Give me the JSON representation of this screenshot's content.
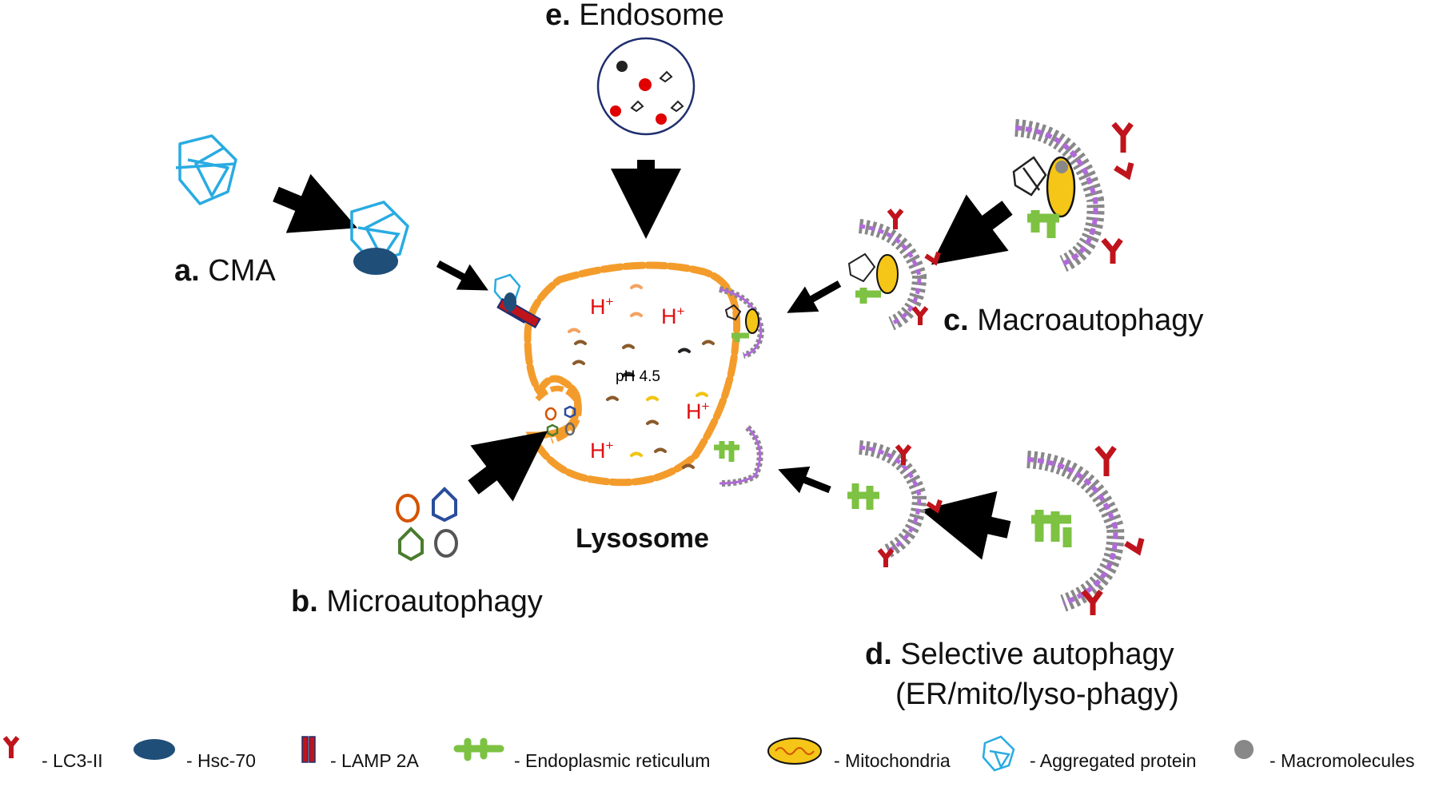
{
  "labels": {
    "endosome": {
      "letter": "e.",
      "text": "Endosome"
    },
    "cma": {
      "letter": "a.",
      "text": "CMA"
    },
    "macro": {
      "letter": "c.",
      "text": "Macroautophagy"
    },
    "micro": {
      "letter": "b.",
      "text": "Microautophagy"
    },
    "selective": {
      "letter": "d.",
      "text": "Selective autophagy",
      "sub": "(ER/mito/lyso-phagy)"
    },
    "lysosome": "Lysosome",
    "ph": "pH 4.5",
    "hplus": "H",
    "hplus_sup": "+"
  },
  "legend": [
    {
      "icon": "lc3-ii-icon",
      "text": "- LC3-II"
    },
    {
      "icon": "hsc70-icon",
      "text": "- Hsc-70"
    },
    {
      "icon": "lamp2a-icon",
      "text": "- LAMP 2A"
    },
    {
      "icon": "er-icon",
      "text": "- Endoplasmic reticulum"
    },
    {
      "icon": "mitochondria-icon",
      "text": "- Mitochondria"
    },
    {
      "icon": "aggregated-protein-icon",
      "text": "- Aggregated protein"
    },
    {
      "icon": "macromolecule-icon",
      "text": "- Macromolecules"
    }
  ],
  "colors": {
    "lc3": "#c0141c",
    "hsc70": "#1f4e79",
    "lamp": "#c0141c",
    "er": "#7dc242",
    "mito": "#f5c518",
    "protein": "#29abe2",
    "membrane": "#f39c2c",
    "phago": "#b06ad8",
    "hplus": "#e01010"
  }
}
